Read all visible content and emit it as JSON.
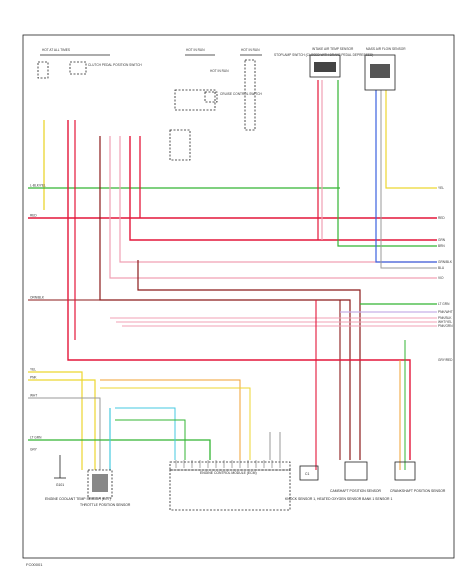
{
  "diagram": {
    "footer_code": "FC00001",
    "colors": {
      "red": "#e4163a",
      "pink": "#f0a0b4",
      "dark_red": "#8b1a1a",
      "green": "#33b533",
      "yellow": "#ecd630",
      "blue": "#3b62e0",
      "cyan": "#46c9e0",
      "violet": "#c8b0e8",
      "orange": "#f0a030",
      "gray": "#9a9a9a",
      "frame": "#222222"
    },
    "left_labels": [
      "L-BLK/YEL",
      "RED",
      "ORN/BLK",
      "YEL",
      "PNK",
      "WHT",
      "LT GRN",
      "GRY"
    ],
    "right_labels": [
      "YEL",
      "RED",
      "GRN",
      "BRN",
      "GRN/BLK",
      "BLU",
      "VIO",
      "LT GRN",
      "PNK/WHT",
      "PNK/BLK",
      "WHT/YEL",
      "PNK/GRN",
      "GRY/RED"
    ],
    "top_labels": {
      "fuse_left": "HOT AT ALL TIMES",
      "fuse_mid": "HOT IN RUN",
      "fuse_right": "HOT IN RUN",
      "relay_left": "CLUTCH PEDAL POSITION SWITCH",
      "relay_mid": "CRUISE CONTROL SWITCH",
      "small_mid": "HOT IN RUN",
      "text_block": "STOPLAMP SWITCH (CLOSED WITH BRAKE PEDAL DEPRESSED)",
      "comp_1": "INTAKE AIR TEMP SENSOR",
      "comp_2": "MASS AIR FLOW SENSOR"
    },
    "bottom_labels": {
      "ground": "G101",
      "bl_component": "ENGINE COOLANT TEMP SENSOR (ECT)",
      "bl_caption": "THROTTLE POSITION SENSOR",
      "ecm": "ENGINE CONTROL MODULE (ECM)",
      "small_box": "C1",
      "ms_caption": "KNOCK SENSOR 1, HEATED OXYGEN SENSOR BANK 1 SENSOR 1",
      "rc1": "CAMSHAFT POSITION SENSOR",
      "rc2": "CRANKSHAFT POSITION SENSOR"
    }
  }
}
